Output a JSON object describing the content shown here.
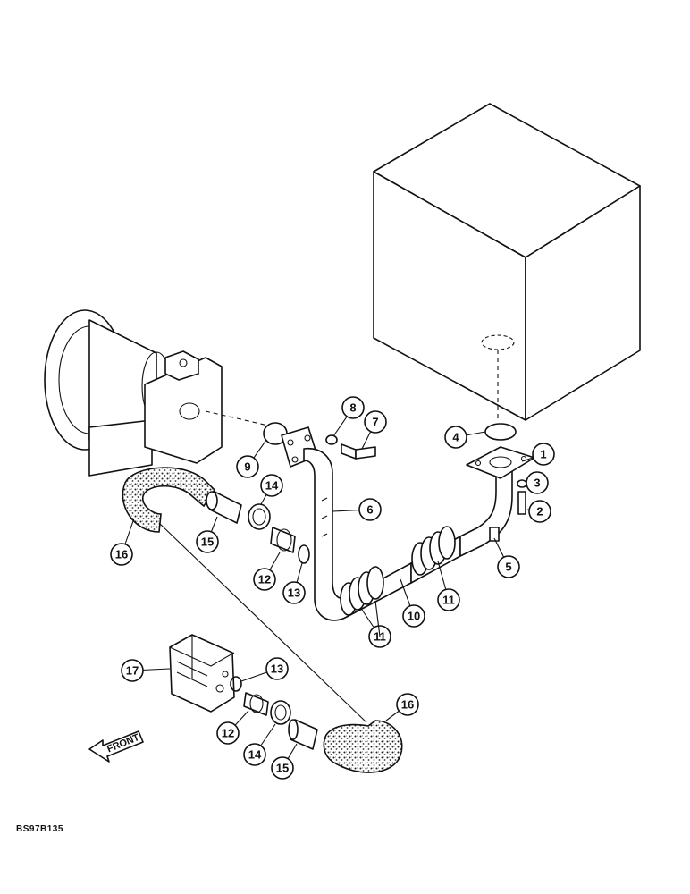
{
  "drawing_code": "BS97B135",
  "front_label": "FRONT",
  "callouts": [
    "1",
    "2",
    "3",
    "4",
    "5",
    "6",
    "7",
    "8",
    "9",
    "10",
    "11",
    "11",
    "11",
    "12",
    "12",
    "13",
    "13",
    "14",
    "14",
    "15",
    "15",
    "16",
    "16",
    "17"
  ]
}
